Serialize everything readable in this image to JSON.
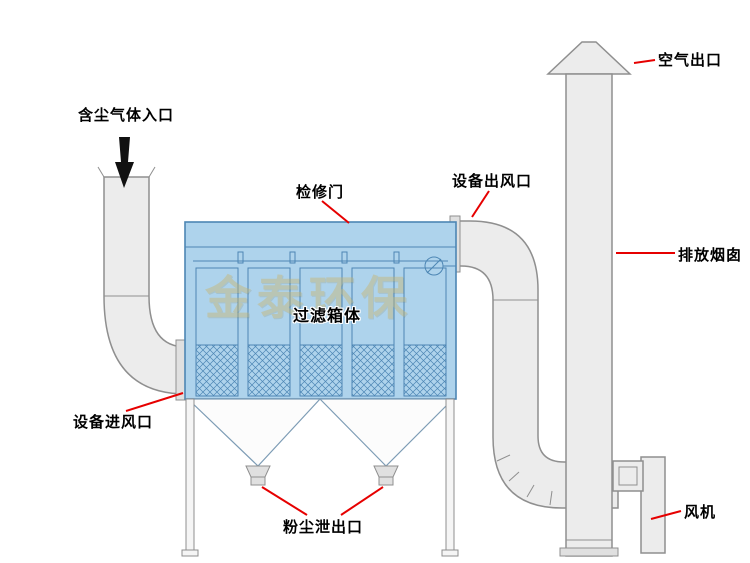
{
  "labels": {
    "dusty_gas_inlet": "含尘气体入口",
    "inspection_door": "检修门",
    "equipment_air_outlet": "设备出风口",
    "air_outlet": "空气出口",
    "exhaust_chimney": "排放烟囱",
    "filter_housing": "过滤箱体",
    "equipment_air_inlet": "设备进风口",
    "dust_discharge_outlet": "粉尘泄出口",
    "fan": "风机"
  },
  "watermark": "金泰环保",
  "colors": {
    "background": "#ffffff",
    "box_fill": "#aed3ec",
    "box_stroke": "#4d86b4",
    "duct_fill": "#ececec",
    "duct_stroke": "#8f8f8f",
    "flange_fill": "#e0e0e0",
    "hopper_fill": "#fcfcfc",
    "leader_line": "#e60000",
    "arrow_color": "#111111",
    "label_text": "#000000",
    "watermark_color": "#c9b469"
  }
}
